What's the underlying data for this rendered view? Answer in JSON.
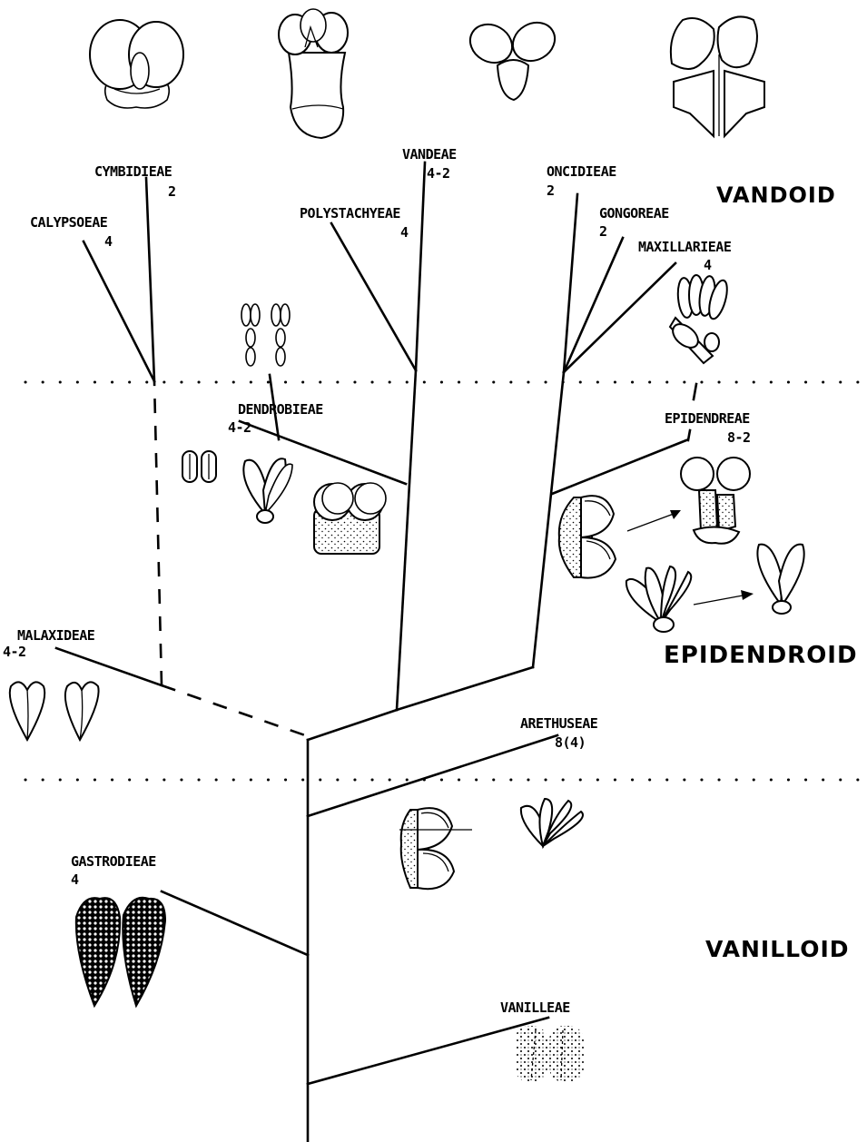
{
  "groups": {
    "vandoid": "VANDOID",
    "epidendroid": "EPIDENDROID",
    "vanilloid": "VANILLOID"
  },
  "tribes": {
    "cymbidieae": {
      "name": "CYMBIDIEAE",
      "pollinia": "2"
    },
    "calypsoeae": {
      "name": "CALYPSOEAE",
      "pollinia": "4"
    },
    "vandeae": {
      "name": "VANDEAE",
      "pollinia": "4-2"
    },
    "polystachyeae": {
      "name": "POLYSTACHYEAE",
      "pollinia": "4"
    },
    "oncidieae": {
      "name": "ONCIDIEAE",
      "pollinia": "2"
    },
    "gongoreae": {
      "name": "GONGOREAE",
      "pollinia": "2"
    },
    "maxillarieae": {
      "name": "MAXILLARIEAE",
      "pollinia": "4"
    },
    "dendrobieae": {
      "name": "DENDROBIEAE",
      "pollinia": "4-2"
    },
    "epidendreae": {
      "name": "EPIDENDREAE",
      "pollinia": "8-2"
    },
    "malaxideae": {
      "name": "MALAXIDEAE",
      "pollinia": "4-2"
    },
    "arethuseae": {
      "name": "ARETHUSEAE",
      "pollinia": "8(4)"
    },
    "gastrodieae": {
      "name": "GASTRODIEAE",
      "pollinia": "4"
    },
    "vanilleae": {
      "name": "VANILLEAE",
      "pollinia": ""
    }
  }
}
